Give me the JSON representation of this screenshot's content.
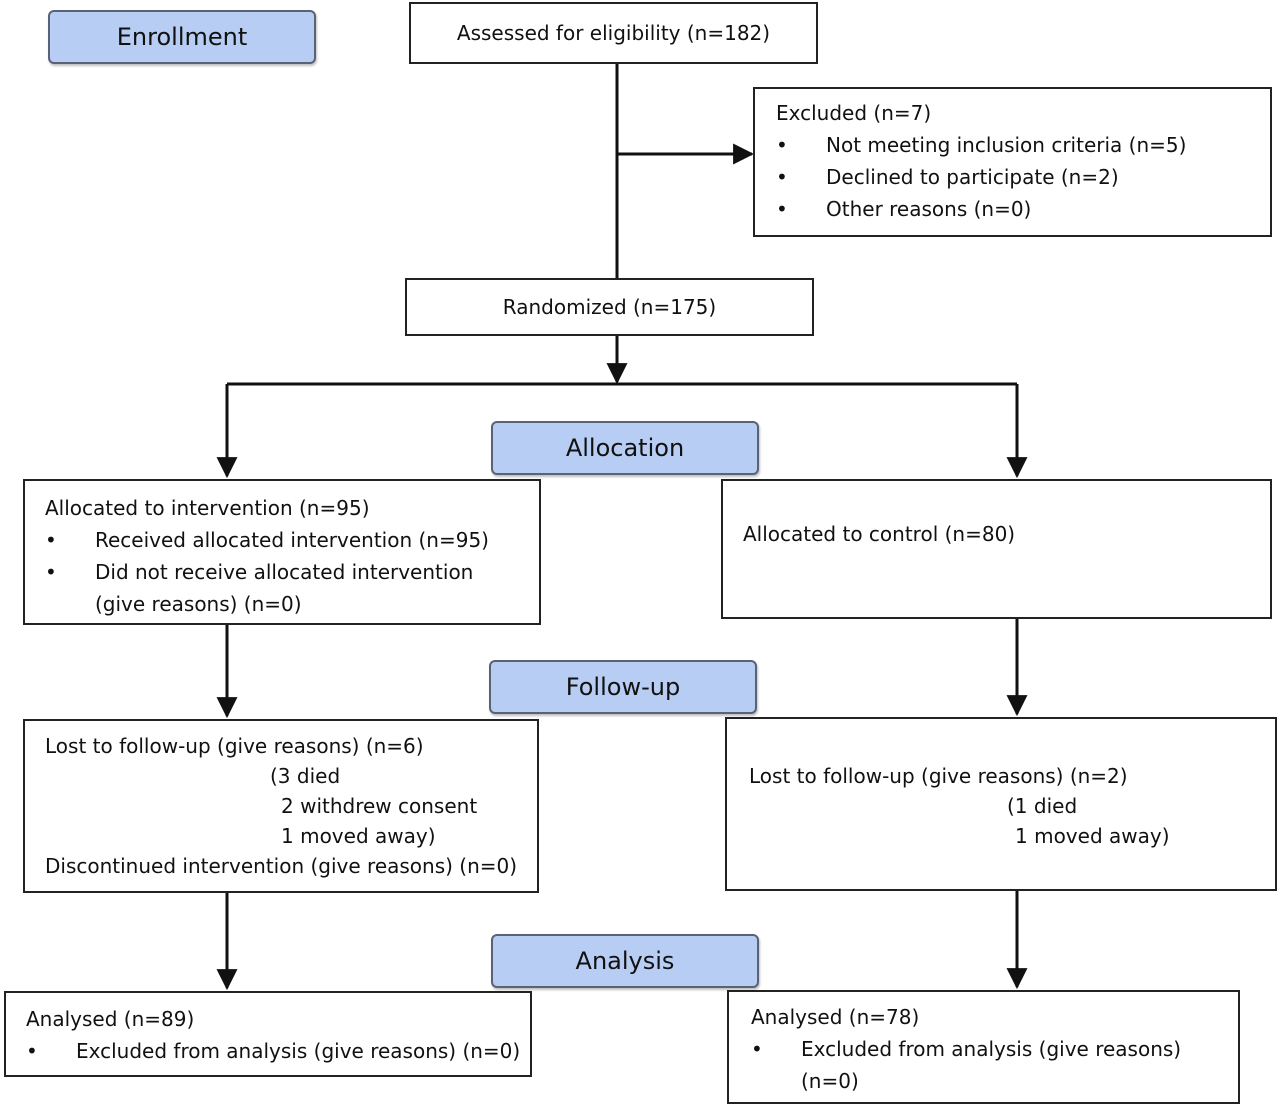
{
  "stages": {
    "enrollment": "Enrollment",
    "allocation": "Allocation",
    "follow_up": "Follow-up",
    "analysis": "Analysis"
  },
  "assessed": "Assessed for eligibility (n=182)",
  "excluded": {
    "title": "Excluded (n=7)",
    "bullet_symbol": "•",
    "items": [
      "Not meeting inclusion criteria (n=5)",
      "Declined to participate (n=2)",
      "Other reasons (n=0)"
    ]
  },
  "randomized": "Randomized (n=175)",
  "intervention_arm": {
    "allocation": {
      "title": "Allocated to intervention (n=95)",
      "items": [
        "Received allocated intervention (n=95)",
        "Did not receive allocated intervention"
      ],
      "continuation": "(give reasons) (n=0)"
    },
    "follow_up": {
      "lost": "Lost to follow-up (give reasons) (n=6)",
      "reasons": [
        "(3 died",
        "2 withdrew consent",
        "1 moved away)"
      ],
      "discontinued": "Discontinued intervention (give reasons) (n=0)"
    },
    "analysis": {
      "title": "Analysed  (n=89)",
      "items": [
        "Excluded from analysis (give reasons) (n=0)"
      ]
    }
  },
  "control_arm": {
    "allocation": {
      "title": "Allocated to control (n=80)"
    },
    "follow_up": {
      "lost": "Lost to follow-up (give reasons) (n=2)",
      "reasons": [
        "(1 died",
        "1 moved away)"
      ]
    },
    "analysis": {
      "title": "Analysed (n=78)",
      "items": [
        "Excluded from analysis (give reasons)"
      ],
      "continuation": "(n=0)"
    }
  },
  "colors": {
    "stage_fill": "#b7cdf3",
    "stage_border": "#5a6275",
    "line": "#111111"
  }
}
